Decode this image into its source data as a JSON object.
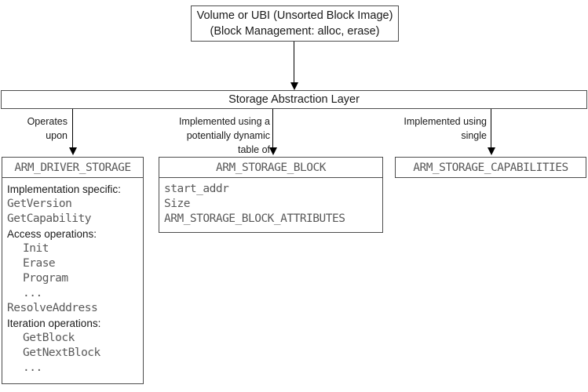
{
  "diagram": {
    "top_box": {
      "line1": "Volume or UBI (Unsorted Block Image)",
      "line2": "(Block Management: alloc, erase)"
    },
    "abstraction_layer": {
      "label": "Storage Abstraction Layer"
    },
    "connectors": [
      {
        "label_line1": "Operates",
        "label_line2": "upon"
      },
      {
        "label_line1": "Implemented using a",
        "label_line2": "potentially dynamic",
        "label_line3": "table of"
      },
      {
        "label_line1": "Implemented using",
        "label_line2": "single"
      }
    ],
    "driver_storage_box": {
      "title": "ARM_DRIVER_STORAGE",
      "lines": [
        {
          "text": "Implementation specific:"
        },
        {
          "text": "GetVersion"
        },
        {
          "text": "GetCapability"
        },
        {
          "text": "Access operations:"
        },
        {
          "text": "Init"
        },
        {
          "text": "Erase"
        },
        {
          "text": "Program"
        },
        {
          "text": "..."
        },
        {
          "text": "ResolveAddress"
        },
        {
          "text": "Iteration operations:"
        },
        {
          "text": "GetBlock"
        },
        {
          "text": "GetNextBlock"
        },
        {
          "text": "..."
        }
      ]
    },
    "storage_block_box": {
      "title": "ARM_STORAGE_BLOCK",
      "lines": [
        {
          "text": "start_addr"
        },
        {
          "text": "Size"
        },
        {
          "text": "ARM_STORAGE_BLOCK_ATTRIBUTES"
        }
      ]
    },
    "capabilities_box": {
      "title": "ARM_STORAGE_CAPABILITIES"
    },
    "colors": {
      "border": "#4d4d4d",
      "code_text": "#595959",
      "label_text": "#1a1a1a",
      "arrow": "#000000"
    }
  }
}
